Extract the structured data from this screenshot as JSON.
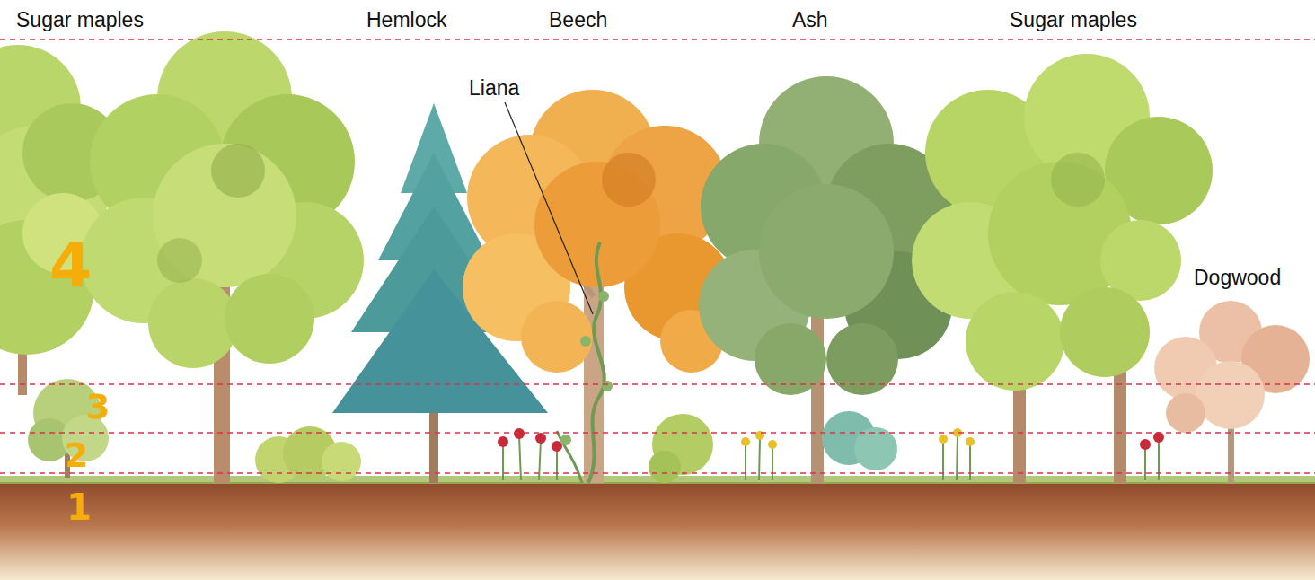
{
  "diagram": {
    "labels": [
      "Sugar maples",
      "Hemlock",
      "Beech",
      "Ash",
      "Sugar maples",
      "Liana",
      "Dogwood",
      "4",
      "3",
      "2",
      "1"
    ]
  }
}
